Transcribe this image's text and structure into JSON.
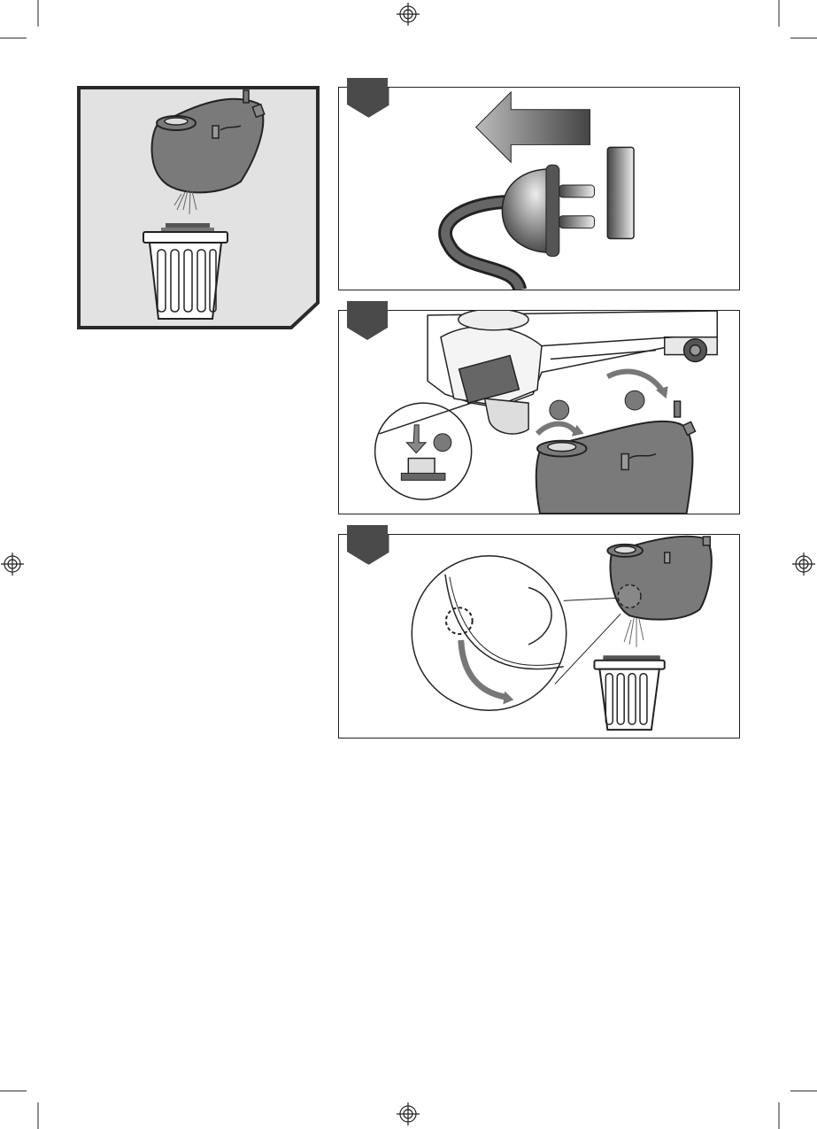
{
  "page": {
    "registration_mark_icon": "registration-crosshair-icon",
    "crop_mark_icon": "crop-mark-icon"
  },
  "colors": {
    "bag": "#7a7a7a",
    "marker": "#4a4a4a",
    "frame": "#222222",
    "hero_background": "#e2e2e2"
  },
  "figures": {
    "hero": {
      "name": "emptying-bag-into-bin",
      "icons": [
        "collection-bag-icon",
        "trash-bin-icon"
      ]
    },
    "step_panels": [
      {
        "name": "unplug-step",
        "icons": [
          "left-arrow-icon",
          "plug-icon",
          "socket-icon"
        ]
      },
      {
        "name": "remove-bag-step",
        "icons": [
          "blower-vac-icon",
          "collection-bag-icon",
          "release-latch-icon"
        ]
      },
      {
        "name": "empty-bag-step",
        "icons": [
          "collection-bag-icon",
          "trash-bin-icon",
          "zipper-detail-icon"
        ]
      }
    ]
  }
}
